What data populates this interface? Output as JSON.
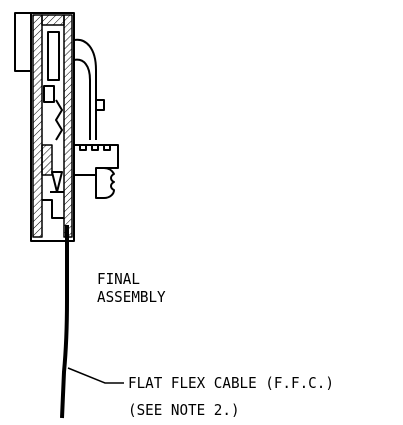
{
  "view_title": [
    "FINAL",
    "ASSEMBLY"
  ],
  "callouts": [
    {
      "target": "flat-flex-cable",
      "lines": [
        "FLAT FLEX CABLE (F.F.C.)",
        "(SEE NOTE 2.)"
      ]
    }
  ],
  "colors": {
    "ink": "#000000",
    "paper": "#ffffff"
  }
}
